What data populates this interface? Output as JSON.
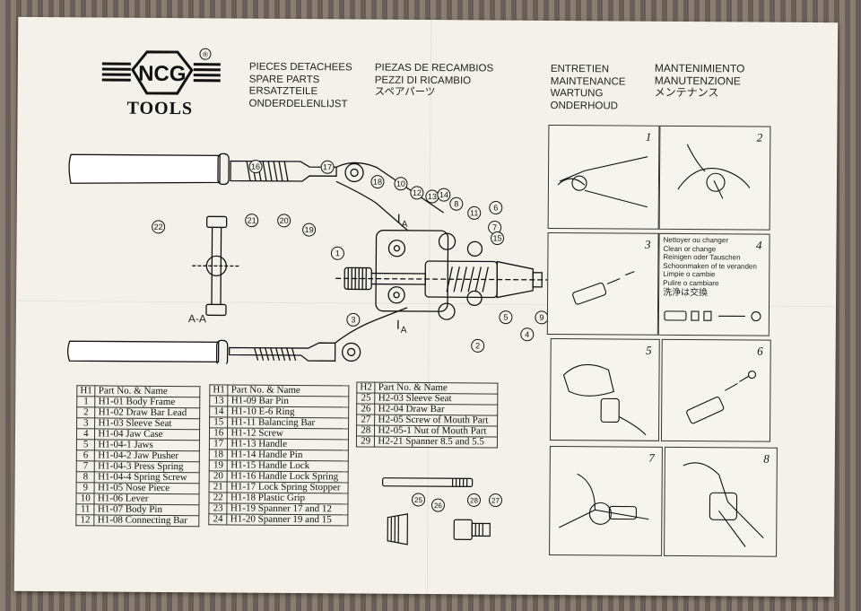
{
  "brand": {
    "logo_text": "NCG",
    "sub": "TOOLS",
    "registered_mark": "®"
  },
  "headers": {
    "spare_parts": [
      "PIECES DETACHEES",
      "SPARE PARTS",
      "ERSATZTEILE",
      "ONDERDELENLIJST"
    ],
    "spare_parts_2": [
      "PIEZAS DE RECAMBIOS",
      "PEZZI DI RICAMBIO",
      "スペアパーツ"
    ],
    "maintenance": [
      "ENTRETIEN",
      "MAINTENANCE",
      "WARTUNG",
      "ONDERHOUD"
    ],
    "maintenance_2": [
      "MANTENIMIENTO",
      "MANUTENZIONE",
      "メンテナンス"
    ]
  },
  "diagram": {
    "section_label": "A-A",
    "section_marks": [
      "A",
      "A"
    ],
    "callouts": [
      "16",
      "17",
      "18",
      "19",
      "20",
      "21",
      "22",
      "10",
      "12",
      "13",
      "14",
      "8",
      "11",
      "7",
      "6",
      "15",
      "1",
      "2",
      "3",
      "4",
      "5",
      "9"
    ]
  },
  "tables": {
    "table1": {
      "header": [
        "H1",
        "Part No. & Name"
      ],
      "rows": [
        [
          "1",
          "H1-01 Body Frame"
        ],
        [
          "2",
          "H1-02 Draw Bar Lead"
        ],
        [
          "3",
          "H1-03 Sleeve Seat"
        ],
        [
          "4",
          "H1-04 Jaw Case"
        ],
        [
          "5",
          "H1-04-1 Jaws"
        ],
        [
          "6",
          "H1-04-2 Jaw Pusher"
        ],
        [
          "7",
          "H1-04-3 Press Spring"
        ],
        [
          "8",
          "H1-04-4 Spring Screw"
        ],
        [
          "9",
          "H1-05 Nose Piece"
        ],
        [
          "10",
          "H1-06 Lever"
        ],
        [
          "11",
          "H1-07 Body Pin"
        ],
        [
          "12",
          "H1-08 Connecting Bar"
        ]
      ]
    },
    "table2": {
      "header": [
        "H1",
        "Part No. & Name"
      ],
      "rows": [
        [
          "13",
          "H1-09 Bar Pin"
        ],
        [
          "14",
          "H1-10 E-6 Ring"
        ],
        [
          "15",
          "H1-11 Balancing Bar"
        ],
        [
          "16",
          "H1-12 Screw"
        ],
        [
          "17",
          "H1-13 Handle"
        ],
        [
          "18",
          "H1-14 Handle Pin"
        ],
        [
          "19",
          "H1-15 Handle Lock"
        ],
        [
          "20",
          "H1-16 Handle Lock Spring"
        ],
        [
          "21",
          "H1-17 Lock Spring Stopper"
        ],
        [
          "22",
          "H1-18 Plastic Grip"
        ],
        [
          "23",
          "H1-19 Spanner 17 and 12"
        ],
        [
          "24",
          "H1-20 Spanner 19 and 15"
        ]
      ]
    },
    "table3": {
      "header": [
        "H2",
        "Part No. & Name"
      ],
      "rows": [
        [
          "25",
          "H2-03 Sleeve Seat"
        ],
        [
          "26",
          "H2-04 Draw Bar"
        ],
        [
          "27",
          "H2-05 Screw of Mouth Part"
        ],
        [
          "28",
          "H2-05-1 Nut of Mouth Part"
        ],
        [
          "29",
          "H2-21 Spanner 8.5 and 5.5"
        ]
      ]
    }
  },
  "accessory_callouts": [
    "25",
    "26",
    "28",
    "27"
  ],
  "steps": {
    "numbers": [
      "1",
      "2",
      "3",
      "4",
      "5",
      "6",
      "7",
      "8"
    ],
    "clean_text": [
      "Nettoyer ou changer",
      "Clean or change",
      "Reinigen oder Tauschen",
      "Schoonmaken of te veranden",
      "Limpie o cambie",
      "Pulire o cambiare",
      "洗浄は交換"
    ]
  }
}
